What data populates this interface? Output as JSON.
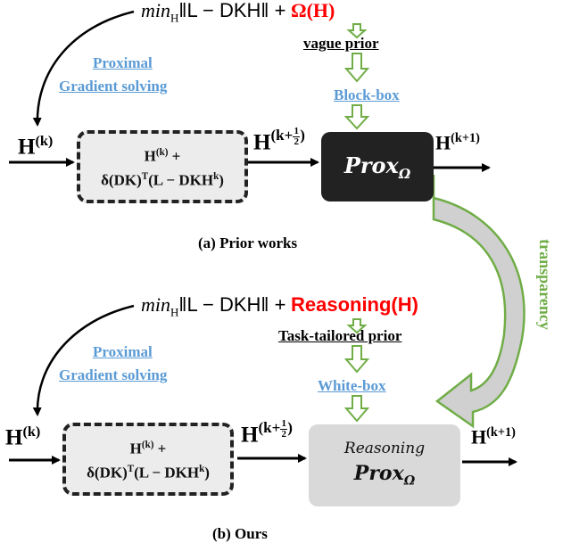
{
  "top": {
    "equation_prefix": "min",
    "equation_sub": "H",
    "equation_body": "‖L − DKH‖ +",
    "equation_reg": "Ω(H)",
    "prior_label": "vague prior",
    "box_label": "Block-box",
    "solver_line1": "Proximal",
    "solver_line2": "Gradient solving",
    "h_in": "H",
    "h_in_sup": "(k)",
    "grad_line1": "H",
    "grad_line1_sup": "(k)",
    "grad_line1_suffix": " +",
    "grad_line2": "δ(DK)",
    "grad_line2_sup": "T",
    "grad_line2_mid": "(L − DKH",
    "grad_line2_sup2": "k",
    "grad_line2_end": ")",
    "h_half": "H",
    "h_half_sup_pre": "(k+",
    "h_half_num": "1",
    "h_half_den": "2",
    "h_half_sup_post": ")",
    "prox_text": "Prox",
    "prox_sub": "Ω",
    "h_out": "H",
    "h_out_sup": "(k+1)",
    "caption": "(a) Prior works"
  },
  "side_label": "transparency",
  "bottom": {
    "equation_prefix": "min",
    "equation_sub": "H",
    "equation_body": "‖L − DKH‖ +",
    "equation_reg": "Reasoning(H)",
    "prior_label": "Task-tailored prior",
    "box_label": "White-box",
    "solver_line1": "Proximal",
    "solver_line2": "Gradient solving",
    "h_in": "H",
    "h_in_sup": "(k)",
    "grad_line1": "H",
    "grad_line1_sup": "(k)",
    "grad_line1_suffix": " +",
    "grad_line2": "δ(DK)",
    "grad_line2_sup": "T",
    "grad_line2_mid": "(L − DKH",
    "grad_line2_sup2": "k",
    "grad_line2_end": ")",
    "h_half": "H",
    "h_half_sup_pre": "(k+",
    "h_half_num": "1",
    "h_half_den": "2",
    "h_half_sup_post": ")",
    "prox_line1": "Reasoning",
    "prox_text": "Prox",
    "prox_sub": "Ω",
    "h_out": "H",
    "h_out_sup": "(k+1)",
    "caption": "(b) Ours"
  },
  "colors": {
    "accent_blue": "#5b9bd5",
    "accent_red": "#ff0000",
    "arrow_green": "#70ad47"
  }
}
